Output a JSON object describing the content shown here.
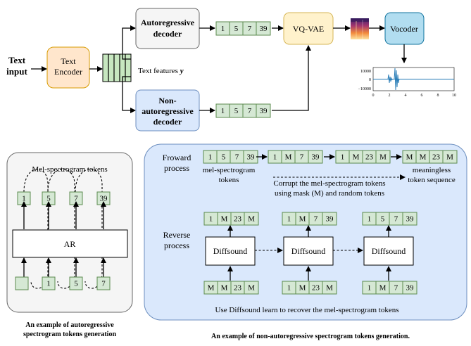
{
  "top": {
    "input_label": [
      "Text",
      "input"
    ],
    "text_encoder": [
      "Text",
      "Encoder"
    ],
    "features_label": "Text features ",
    "features_symbol": "y",
    "ar_decoder": [
      "Autoregressive",
      "decoder"
    ],
    "nar_decoder": [
      "Non-",
      "autoregressive",
      "decoder"
    ],
    "ar_tokens": [
      "1",
      "5",
      "7",
      "39"
    ],
    "nar_tokens": [
      "1",
      "5",
      "7",
      "39"
    ],
    "vqvae": "VQ-VAE",
    "vocoder": "Vocoder",
    "waveform": {
      "y_ticks": [
        "10000",
        "0",
        "−10000"
      ],
      "x_ticks": [
        "0",
        "2",
        "4",
        "6",
        "8",
        "10"
      ],
      "line_color": "#1f77b4"
    }
  },
  "ar_panel": {
    "title": "Mel-spectrogram tokens",
    "top_tokens": [
      "1",
      "5",
      "7",
      "39"
    ],
    "bottom_tokens": [
      "",
      "1",
      "5",
      "7"
    ],
    "block_label": "AR",
    "caption": [
      "An example of  autoregressive",
      "spectrogram tokens generation"
    ]
  },
  "nar_panel": {
    "forward_label": [
      "Froward",
      "process"
    ],
    "forward_seqs": [
      [
        "1",
        "5",
        "7",
        "39"
      ],
      [
        "1",
        "M",
        "7",
        "39"
      ],
      [
        "1",
        "M",
        "23",
        "M"
      ],
      [
        "M",
        "M",
        "23",
        "M"
      ]
    ],
    "mel_tokens_label": [
      "mel-spectrogram",
      "tokens"
    ],
    "corrupt_label": [
      "Corrupt the mel-spectrogram tokens",
      "using mask (M) and random tokens"
    ],
    "meaningless_label": [
      "meaningless",
      "token sequence"
    ],
    "reverse_label": [
      "Reverse",
      "process"
    ],
    "reverse_outputs": [
      [
        "1",
        "M",
        "23",
        "M"
      ],
      [
        "1",
        "M",
        "7",
        "39"
      ],
      [
        "1",
        "5",
        "7",
        "39"
      ]
    ],
    "reverse_inputs": [
      [
        "M",
        "M",
        "23",
        "M"
      ],
      [
        "1",
        "M",
        "23",
        "M"
      ],
      [
        "1",
        "M",
        "7",
        "39"
      ]
    ],
    "diffsound_label": "Diffsound",
    "bottom_note": "Use Diffsound learn to recover the mel-spectrogram tokens",
    "caption": "An example of  non-autoregressive spectrogram tokens generation."
  },
  "colors": {
    "token_fill": "#d5e8d4",
    "encoder_fill": "#ffe6cc",
    "vq_fill": "#fff2cc",
    "nar_dec_fill": "#dae8fc",
    "vocoder_fill": "#b1ddf0",
    "ar_panel_fill": "#f5f5f5",
    "nar_panel_fill": "#dae8fc"
  }
}
